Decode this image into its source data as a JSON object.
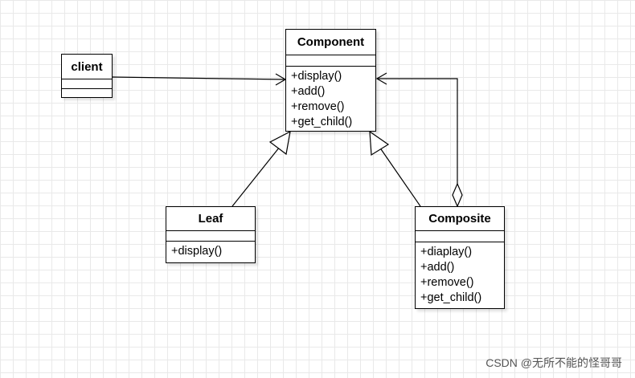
{
  "classes": {
    "component": {
      "name": "Component",
      "methods": [
        "+display()",
        "+add()",
        "+remove()",
        "+get_child()"
      ]
    },
    "client": {
      "name": "client"
    },
    "leaf": {
      "name": "Leaf",
      "methods": [
        "+display()"
      ]
    },
    "composite": {
      "name": "Composite",
      "methods": [
        "+diaplay()",
        "+add()",
        "+remove()",
        "+get_child()"
      ]
    }
  },
  "relationships": [
    {
      "from": "client",
      "to": "component",
      "kind": "association"
    },
    {
      "from": "leaf",
      "to": "component",
      "kind": "generalization"
    },
    {
      "from": "composite",
      "to": "component",
      "kind": "generalization"
    },
    {
      "from": "composite",
      "to": "component",
      "kind": "aggregation"
    }
  ],
  "watermark": "CSDN @无所不能的怪哥哥",
  "colors": {
    "line": "#000000",
    "box": "#ffffff",
    "grid": "#e9e9e9"
  }
}
